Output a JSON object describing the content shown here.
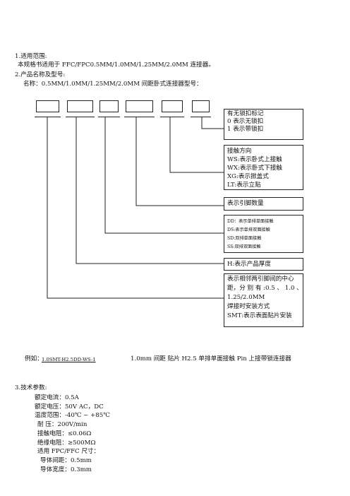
{
  "section1": {
    "title": "1.适用范围:",
    "body": "本规格书适用于 FFC/FPC0.5MM/1.0MM/1.25MM/2.0MM 连接器。"
  },
  "section2": {
    "title": "2.产品名称及型号:",
    "name_line": "名称：0.5MM/1.0MM/1.25MM/2.0MM 间距卧式连接器型号："
  },
  "legend": {
    "lock": [
      "有无锁扣标记",
      "0 表示无锁扣",
      "1 表示带锁扣"
    ],
    "direction": [
      "接触方向",
      "WS:表示卧式上接触",
      "WX:表示卧式下接触",
      "XG:表示掀盖式",
      "LT:表示立贴"
    ],
    "pins": [
      "表示引脚数量"
    ],
    "rows": [
      "DD：表示单排单面接触",
      "DS:表示单排双面接触",
      "SD:双排单面接触",
      "SS:双排双面接触"
    ],
    "height": [
      "H:表示产品厚度"
    ],
    "pitch": [
      "表示相邻两引脚间的中心",
      "距，分 别 有 :0.5 、 1.0 、",
      "1.25/2.0MM",
      "焊接时安装方式",
      "SMT:表示表面贴片安装"
    ]
  },
  "example": {
    "label": "例如：",
    "code": "1.0SMT-H2.5DD-WS-1",
    "description": "1.0mm 间距  贴片 H2.5  单排单面接触 Pin 上接带锁连接器"
  },
  "section3": {
    "title": "3.技术参数:",
    "params": [
      "额定电流：0.5A",
      "额定电压：50V AC，DC",
      "温度范围：-40℃  ~  +85℃",
      "耐    压：200V/min",
      "接触电阻：≤0.06Ω",
      "绝缘电阻：≥500MΩ",
      "适用 FPC/FFC 尺寸：",
      "导体间距：0.5mm",
      "导体宽度：0.3mm"
    ]
  }
}
